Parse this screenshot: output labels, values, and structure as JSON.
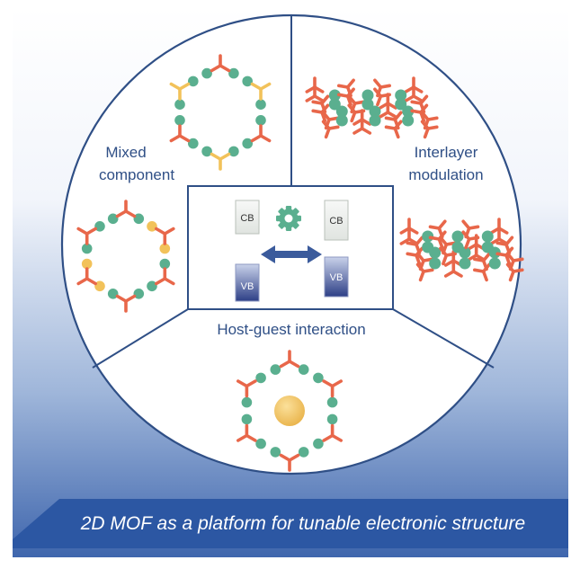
{
  "labels": {
    "mixed_component_line1": "Mixed",
    "mixed_component_line2": "component",
    "interlayer_line1": "Interlayer",
    "interlayer_line2": "modulation",
    "host_guest": "Host-guest interaction"
  },
  "center": {
    "cb_left": "CB",
    "vb_left": "VB",
    "cb_right": "CB",
    "vb_right": "VB",
    "gear_icon": "gear-icon",
    "arrow_icon": "double-arrow-icon"
  },
  "banner": {
    "text": "2D MOF as a platform for tunable electronic structure"
  },
  "colors": {
    "linker_orange": "#e8674a",
    "linker_yellow": "#f2c25a",
    "node_green": "#5aaf8f",
    "guest_yellow": "#f2c25a",
    "navy": "#2f4f86",
    "band_blue": "#2c57a3"
  }
}
